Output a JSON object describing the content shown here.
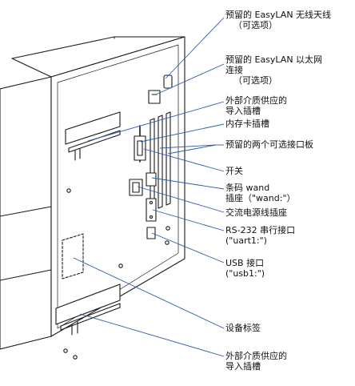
{
  "labels": {
    "wireless": {
      "line1": "预留的 EasyLAN 无线天线",
      "line2": "（可选项）"
    },
    "ethernet": {
      "line1": "预留的 EasyLAN 以太网",
      "line2": "连接",
      "line3": "（可选项）"
    },
    "media_upper": {
      "line1": "外部介质供应的",
      "line2": "导入插槽"
    },
    "memory_card": {
      "line1": "内存卡插槽"
    },
    "option_boards": {
      "line1": "预留的两个可选接口板"
    },
    "power_switch": {
      "line1": "开关"
    },
    "barcode_wand": {
      "line1": "条码 wand",
      "line2": "插座（\"wand:\"）"
    },
    "ac_power": {
      "line1": "交流电源线插座"
    },
    "rs232": {
      "line1": "RS-232 串行接口",
      "line2": "(\"uart1:\")"
    },
    "usb": {
      "line1": "USB 接口",
      "line2": "(\"usb1:\")"
    },
    "device_label": {
      "line1": "设备标签"
    },
    "media_lower": {
      "line1": "外部介质供应的",
      "line2": "导入插槽"
    }
  },
  "colors": {
    "line": "#1a1a1a",
    "leader": "#2a5db0",
    "fill": "#ffffff"
  }
}
